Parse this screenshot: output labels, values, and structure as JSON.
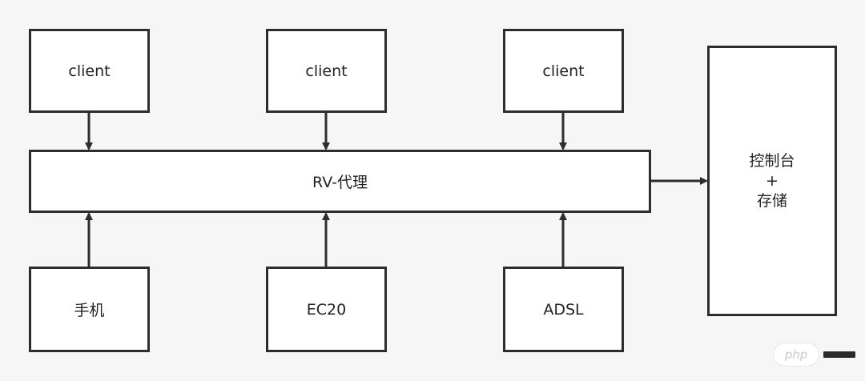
{
  "nodes": {
    "client_1": "client",
    "client_2": "client",
    "client_3": "client",
    "proxy": "RV-代理",
    "console": {
      "line1": "控制台",
      "line2": "+",
      "line3": "存储"
    },
    "phone": "手机",
    "ec20": "EC20",
    "adsl": "ADSL"
  },
  "edges": [
    {
      "from": "client_1",
      "to": "proxy"
    },
    {
      "from": "client_2",
      "to": "proxy"
    },
    {
      "from": "client_3",
      "to": "proxy"
    },
    {
      "from": "phone",
      "to": "proxy"
    },
    {
      "from": "ec20",
      "to": "proxy"
    },
    {
      "from": "adsl",
      "to": "proxy"
    },
    {
      "from": "proxy",
      "to": "console"
    }
  ],
  "watermark": {
    "text": "php"
  },
  "colors": {
    "stroke": "#2d2d2d",
    "background": "#f6f6f6",
    "box_fill": "#ffffff"
  }
}
